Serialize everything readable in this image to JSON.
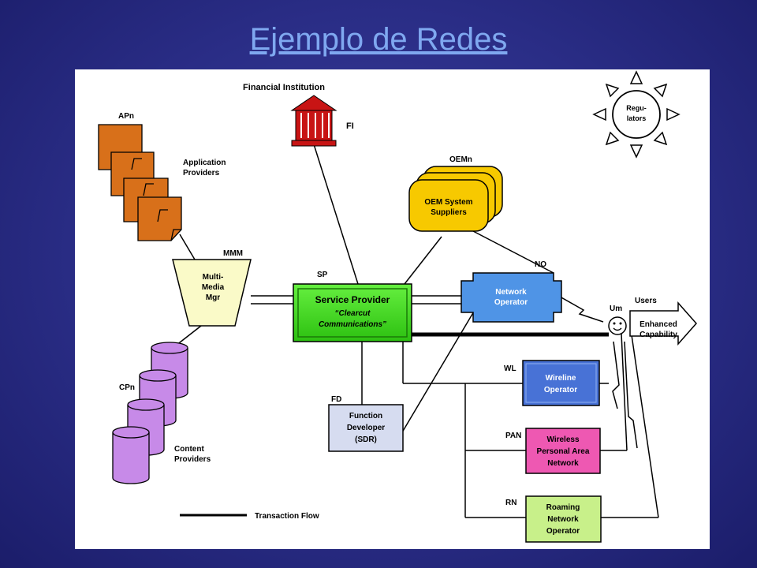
{
  "slide": {
    "title": "Ejemplo de Redes"
  },
  "diagram": {
    "financial_institution": {
      "label": "Financial Institution",
      "abbr": "FI"
    },
    "regulators": {
      "line1": "Regu-",
      "line2": "lators"
    },
    "application_providers": {
      "abbr": "APn",
      "line1": "Application",
      "line2": "Providers"
    },
    "oem": {
      "abbr": "OEMn",
      "line1": "OEM System",
      "line2": "Suppliers"
    },
    "mmm": {
      "abbr": "MMM",
      "line1": "Multi-",
      "line2": "Media",
      "line3": "Mgr"
    },
    "service_provider": {
      "abbr": "SP",
      "line1": "Service Provider",
      "line2": "“Clearcut",
      "line3": "Communications”"
    },
    "network_operator": {
      "abbr": "NO",
      "line1": "Network",
      "line2": "Operator"
    },
    "users": {
      "abbr": "Um",
      "label": "Users",
      "line1": "Enhanced",
      "line2": "Capability"
    },
    "content_providers": {
      "abbr": "CPn",
      "line1": "Content",
      "line2": "Providers"
    },
    "function_developer": {
      "abbr": "FD",
      "line1": "Function",
      "line2": "Developer",
      "line3": "(SDR)"
    },
    "wireline": {
      "abbr": "WL",
      "line1": "Wireline",
      "line2": "Operator"
    },
    "wpan": {
      "abbr": "PAN",
      "line1": "Wireless",
      "line2": "Personal Area",
      "line3": "Network"
    },
    "roaming": {
      "abbr": "RN",
      "line1": "Roaming",
      "line2": "Network",
      "line3": "Operator"
    },
    "legend": {
      "label": "Transaction Flow"
    },
    "colors": {
      "app_provider": "#d8701a",
      "oem": "#f7c900",
      "mmm": "#fafac8",
      "service_provider": "#44dd22",
      "network_operator": "#4f94e6",
      "content_provider": "#c78ae8",
      "function_developer": "#d6dcf0",
      "wireline": "#4872d6",
      "wpan": "#ee58b2",
      "roaming": "#c8f08a",
      "fi": "#c81414"
    }
  }
}
